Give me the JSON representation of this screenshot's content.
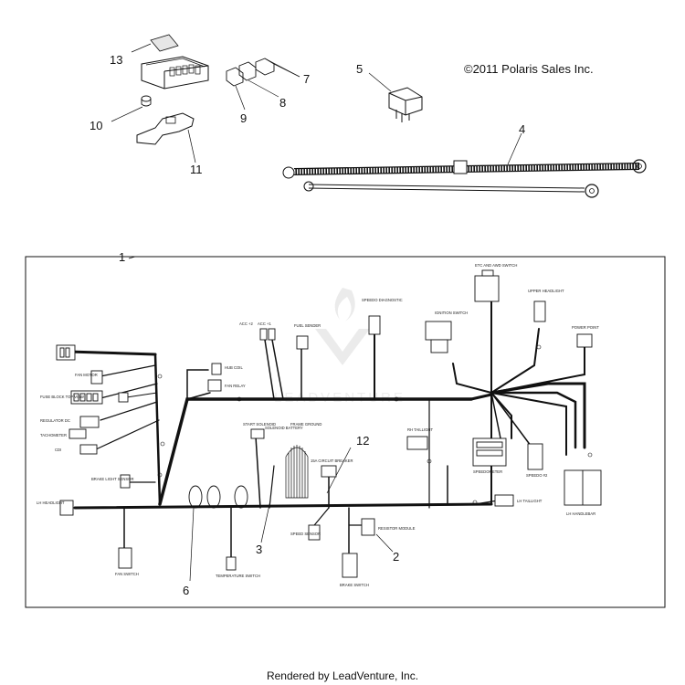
{
  "header": {
    "copyright": "©2011 Polaris Sales Inc."
  },
  "footer": {
    "rendered_by": "Rendered by LeadVenture, Inc."
  },
  "callouts": {
    "c1": "1",
    "c2": "2",
    "c3": "3",
    "c4": "4",
    "c5": "5",
    "c6": "6",
    "c7": "7",
    "c8": "8",
    "c9": "9",
    "c10": "10",
    "c11": "11",
    "c12": "12",
    "c13": "13"
  },
  "labels": {
    "lh_headlight": "LH HEADLIGHT",
    "fan_motor": "FAN MOTOR",
    "fuse_block": "FUSE BLOCK TOP VIEW",
    "regulator": "REGULATOR DC",
    "tachometer": "TACHOMETER",
    "cdi": "CDI",
    "hub_coil": "HUB COIL",
    "fan_relay": "FAN RELAY",
    "acc2": "ACC +2",
    "acc1": "ACC +1",
    "fuel_sender": "FUEL SENDER",
    "speedo_diag": "SPEEDO DIAGNOSTIC",
    "etc_awd": "ETC AND AWD SWITCH",
    "upper_headlight": "UPPER HEADLIGHT",
    "ignition": "IGNITION SWITCH",
    "power_point": "POWER POINT",
    "start_solenoid": "START SOLENOID",
    "solenoid_battery": "SOLENOID BATTERY",
    "frame_ground": "FRAME GROUND",
    "circuit_breaker": "15A CIRCUIT BREAKER",
    "rh_taillight": "RH TAILLIGHT",
    "speedometer": "SPEEDOMETER",
    "speedo2": "SPEEDO #2",
    "lh_taillight": "LH TAILLIGHT",
    "lh_handlebar": "LH HANDLEBAR",
    "brake_light": "BRAKE LIGHT SENSOR",
    "speed_sensor": "SPEED SENSOR",
    "resistor": "RESISTOR MODULE",
    "temperature": "TEMPERATURE SWITCH",
    "fan_switch": "FAN SWITCH",
    "brake_switch": "BRAKE SWITCH"
  },
  "colors": {
    "ink": "#111111",
    "background": "#ffffff",
    "watermark": "#d0d0d0"
  }
}
